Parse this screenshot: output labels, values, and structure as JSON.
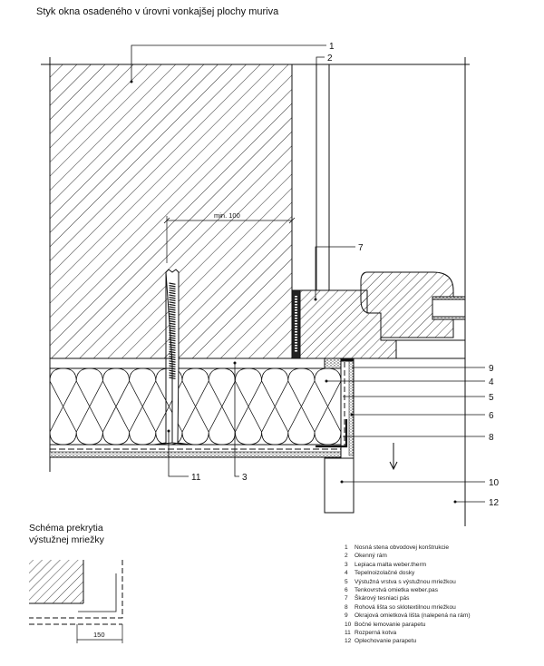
{
  "title": "Styk okna osadeného v úrovni vonkajšej plochy muriva",
  "callouts": {
    "c1": "1",
    "c2": "2",
    "c3": "3",
    "c4": "4",
    "c5": "5",
    "c6": "6",
    "c7": "7",
    "c8": "8",
    "c9": "9",
    "c10": "10",
    "c11": "11",
    "c12": "12"
  },
  "dimensions": {
    "anchor_min": "min. 100",
    "overlap": "150"
  },
  "schema": {
    "line1": "Schéma prekrytia",
    "line2": "výstužnej mriežky"
  },
  "legend": [
    {
      "n": "1",
      "text": "Nosná stena obvodovej konštrukcie"
    },
    {
      "n": "2",
      "text": "Okenný rám"
    },
    {
      "n": "3",
      "text": "Lepiaca malta weber.therm"
    },
    {
      "n": "4",
      "text": "Tepelnoizolačné dosky"
    },
    {
      "n": "5",
      "text": "Výstužná vrstva s výstužnou mriežkou"
    },
    {
      "n": "6",
      "text": "Tenkovrstvá omietka weber.pas"
    },
    {
      "n": "7",
      "text": "Škárový tesniaci pás"
    },
    {
      "n": "8",
      "text": "Rohová lišta so sklotextilnou mriežkou"
    },
    {
      "n": "9",
      "text": "Okrajová omietková lišta (nalepená na rám)"
    },
    {
      "n": "10",
      "text": "Bočné lemovanie parapetu"
    },
    {
      "n": "11",
      "text": "Rozperná kotva"
    },
    {
      "n": "12",
      "text": "Oplechovanie parapetu"
    }
  ]
}
